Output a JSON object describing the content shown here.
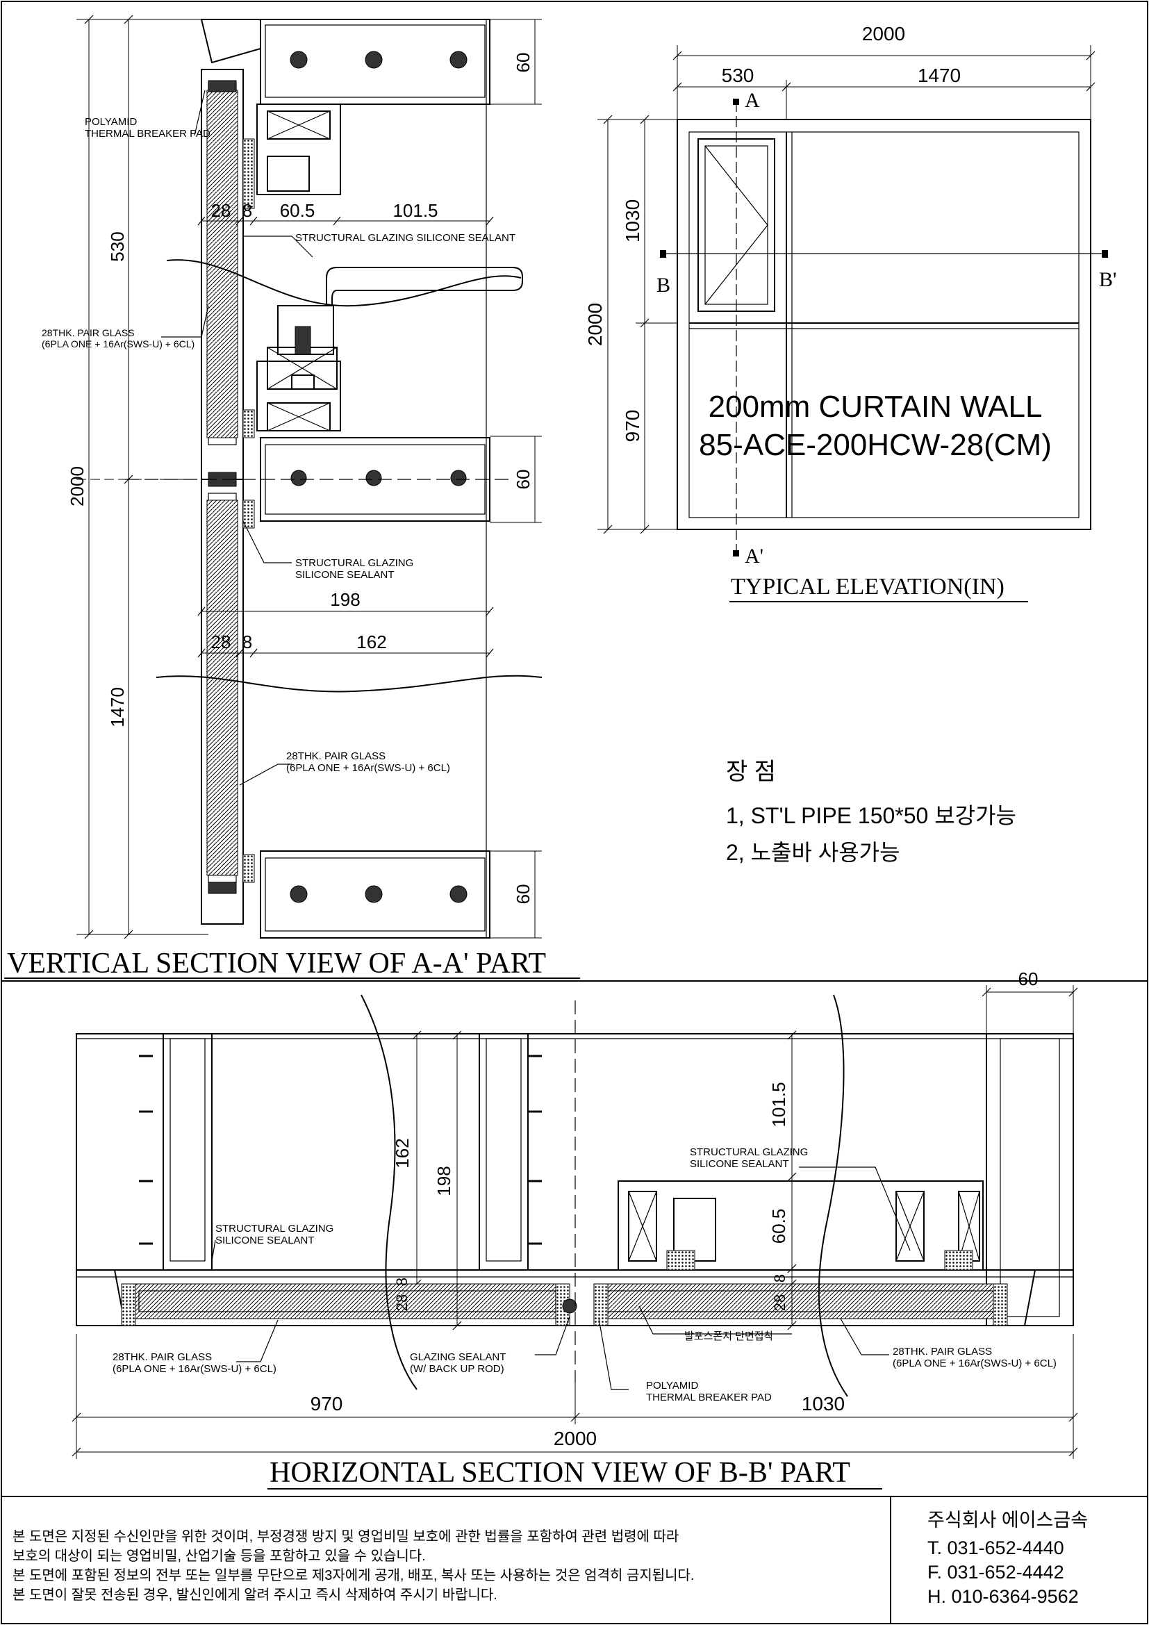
{
  "vertical_section": {
    "title": "VERTICAL SECTION VIEW OF A-A' PART",
    "labels": {
      "polyamid": "POLYAMID",
      "thermal_pad": "THERMAL BREAKER PAD",
      "sg_sealant_1": "STRUCTURAL GLAZING SILICONE SEALANT",
      "pair_glass_1a": "28THK. PAIR GLASS",
      "pair_glass_1b": "(6PLA ONE + 16Ar(SWS-U) + 6CL)",
      "sg_sealant_2a": "STRUCTURAL GLAZING",
      "sg_sealant_2b": "SILICONE SEALANT",
      "pair_glass_2a": "28THK. PAIR GLASS",
      "pair_glass_2b": "(6PLA ONE + 16Ar(SWS-U) + 6CL)"
    },
    "dims": {
      "d_2000": "2000",
      "d_530": "530",
      "d_1470": "1470",
      "d_60a": "60",
      "d_60b": "60",
      "d_60c": "60",
      "d_28a": "28",
      "d_8a": "8",
      "d_605": "60.5",
      "d_1015": "101.5",
      "d_198": "198",
      "d_28b": "28",
      "d_8b": "8",
      "d_162": "162"
    }
  },
  "elevation": {
    "title": "TYPICAL ELEVATION(IN)",
    "name_line1": "200mm CURTAIN WALL",
    "name_line2": "85-ACE-200HCW-28(CM)",
    "dims": {
      "d_2000_top": "2000",
      "d_530": "530",
      "d_1470": "1470",
      "d_2000_side": "2000",
      "d_1030": "1030",
      "d_970": "970"
    },
    "markers": {
      "a": "A",
      "a_prime": "A'",
      "b": "B",
      "b_prime": "B'"
    }
  },
  "features": {
    "heading": "장 점",
    "item1": "1, ST'L PIPE 150*50 보강가능",
    "item2": "2, 노출바 사용가능"
  },
  "horizontal_section": {
    "title": "HORIZONTAL SECTION VIEW OF B-B' PART",
    "labels": {
      "sg_left_a": "STRUCTURAL GLAZING",
      "sg_left_b": "SILICONE SEALANT",
      "sg_right_a": "STRUCTURAL GLAZING",
      "sg_right_b": "SILICONE SEALANT",
      "pair_glass_left_a": "28THK. PAIR GLASS",
      "pair_glass_left_b": "(6PLA ONE + 16Ar(SWS-U) + 6CL)",
      "glazing_sealant_a": "GLAZING SEALANT",
      "glazing_sealant_b": "(W/ BACK UP ROD)",
      "polyamid": "POLYAMID",
      "thermal_pad": "THERMAL BREAKER PAD",
      "foam_sponge": "발포스폰지 단면접착",
      "pair_glass_right_a": "28THK. PAIR GLASS",
      "pair_glass_right_b": "(6PLA ONE + 16Ar(SWS-U) + 6CL)"
    },
    "dims": {
      "d_60": "60",
      "d_162": "162",
      "d_198": "198",
      "d_1015": "101.5",
      "d_605": "60.5",
      "d_8a": "8",
      "d_28a": "28",
      "d_8b": "8",
      "d_28b": "28",
      "d_970": "970",
      "d_1030": "1030",
      "d_2000": "2000"
    }
  },
  "notice": {
    "line1": "본 도면은 지정된 수신인만을 위한 것이며, 부정경쟁 방지 및 영업비밀 보호에 관한 법률을 포함하여 관련 법령에 따라",
    "line2": "보호의 대상이 되는 영업비밀, 산업기술 등을 포함하고 있을 수 있습니다.",
    "line3": "본 도면에 포함된 정보의 전부 또는 일부를 무단으로 제3자에게 공개, 배포, 복사 또는 사용하는 것은 엄격히 금지됩니다.",
    "line4": "본 도면이 잘못 전송된 경우, 발신인에게 알려 주시고 즉시 삭제하여 주시기 바랍니다."
  },
  "company": {
    "name": "주식회사 에이스금속",
    "tel": "T. 031-652-4440",
    "fax": "F. 031-652-4442",
    "hp": "H. 010-6364-9562"
  }
}
